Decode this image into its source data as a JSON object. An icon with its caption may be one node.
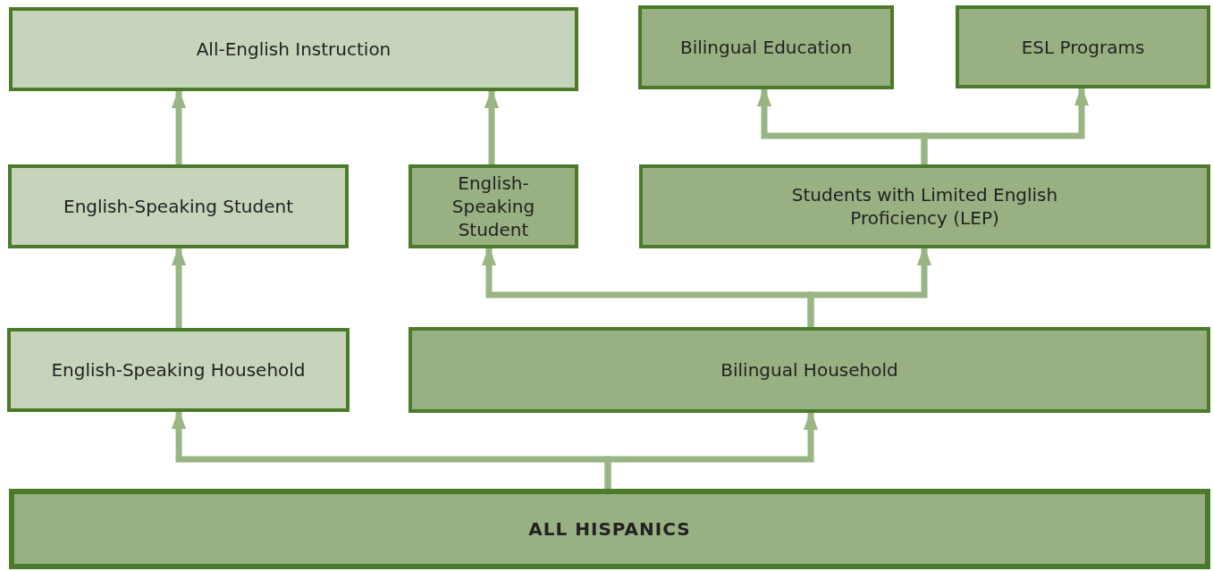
{
  "diagram": {
    "nodes": [
      {
        "text": [
          "All-English Instruction"
        ]
      },
      {
        "text": [
          "Bilingual Education"
        ]
      },
      {
        "text": [
          "ESL Programs"
        ]
      },
      {
        "text": [
          "English-Speaking Student"
        ]
      },
      {
        "text": [
          "English-Speaking Student"
        ]
      },
      {
        "text": [
          "Students with Limited English Proficiency (LEP)"
        ]
      },
      {
        "text": [
          "English-Speaking Household"
        ]
      },
      {
        "text": [
          "Bilingual Household"
        ]
      },
      {
        "text": [
          "ALL HISPANICS"
        ]
      }
    ],
    "edges": [
      {
        "from": 8,
        "to": 6,
        "arrow": "to"
      },
      {
        "from": 8,
        "to": 7,
        "arrow": "to"
      },
      {
        "from": 6,
        "to": 3,
        "arrow": "to"
      },
      {
        "from": 3,
        "to": 0,
        "arrow": "to"
      },
      {
        "from": 7,
        "to": 4,
        "arrow": "to"
      },
      {
        "from": 7,
        "to": 5,
        "arrow": "to"
      },
      {
        "from": 4,
        "to": 0,
        "arrow": "to"
      },
      {
        "from": 5,
        "to": 1,
        "arrow": "to"
      },
      {
        "from": 5,
        "to": 2,
        "arrow": "to"
      }
    ]
  }
}
